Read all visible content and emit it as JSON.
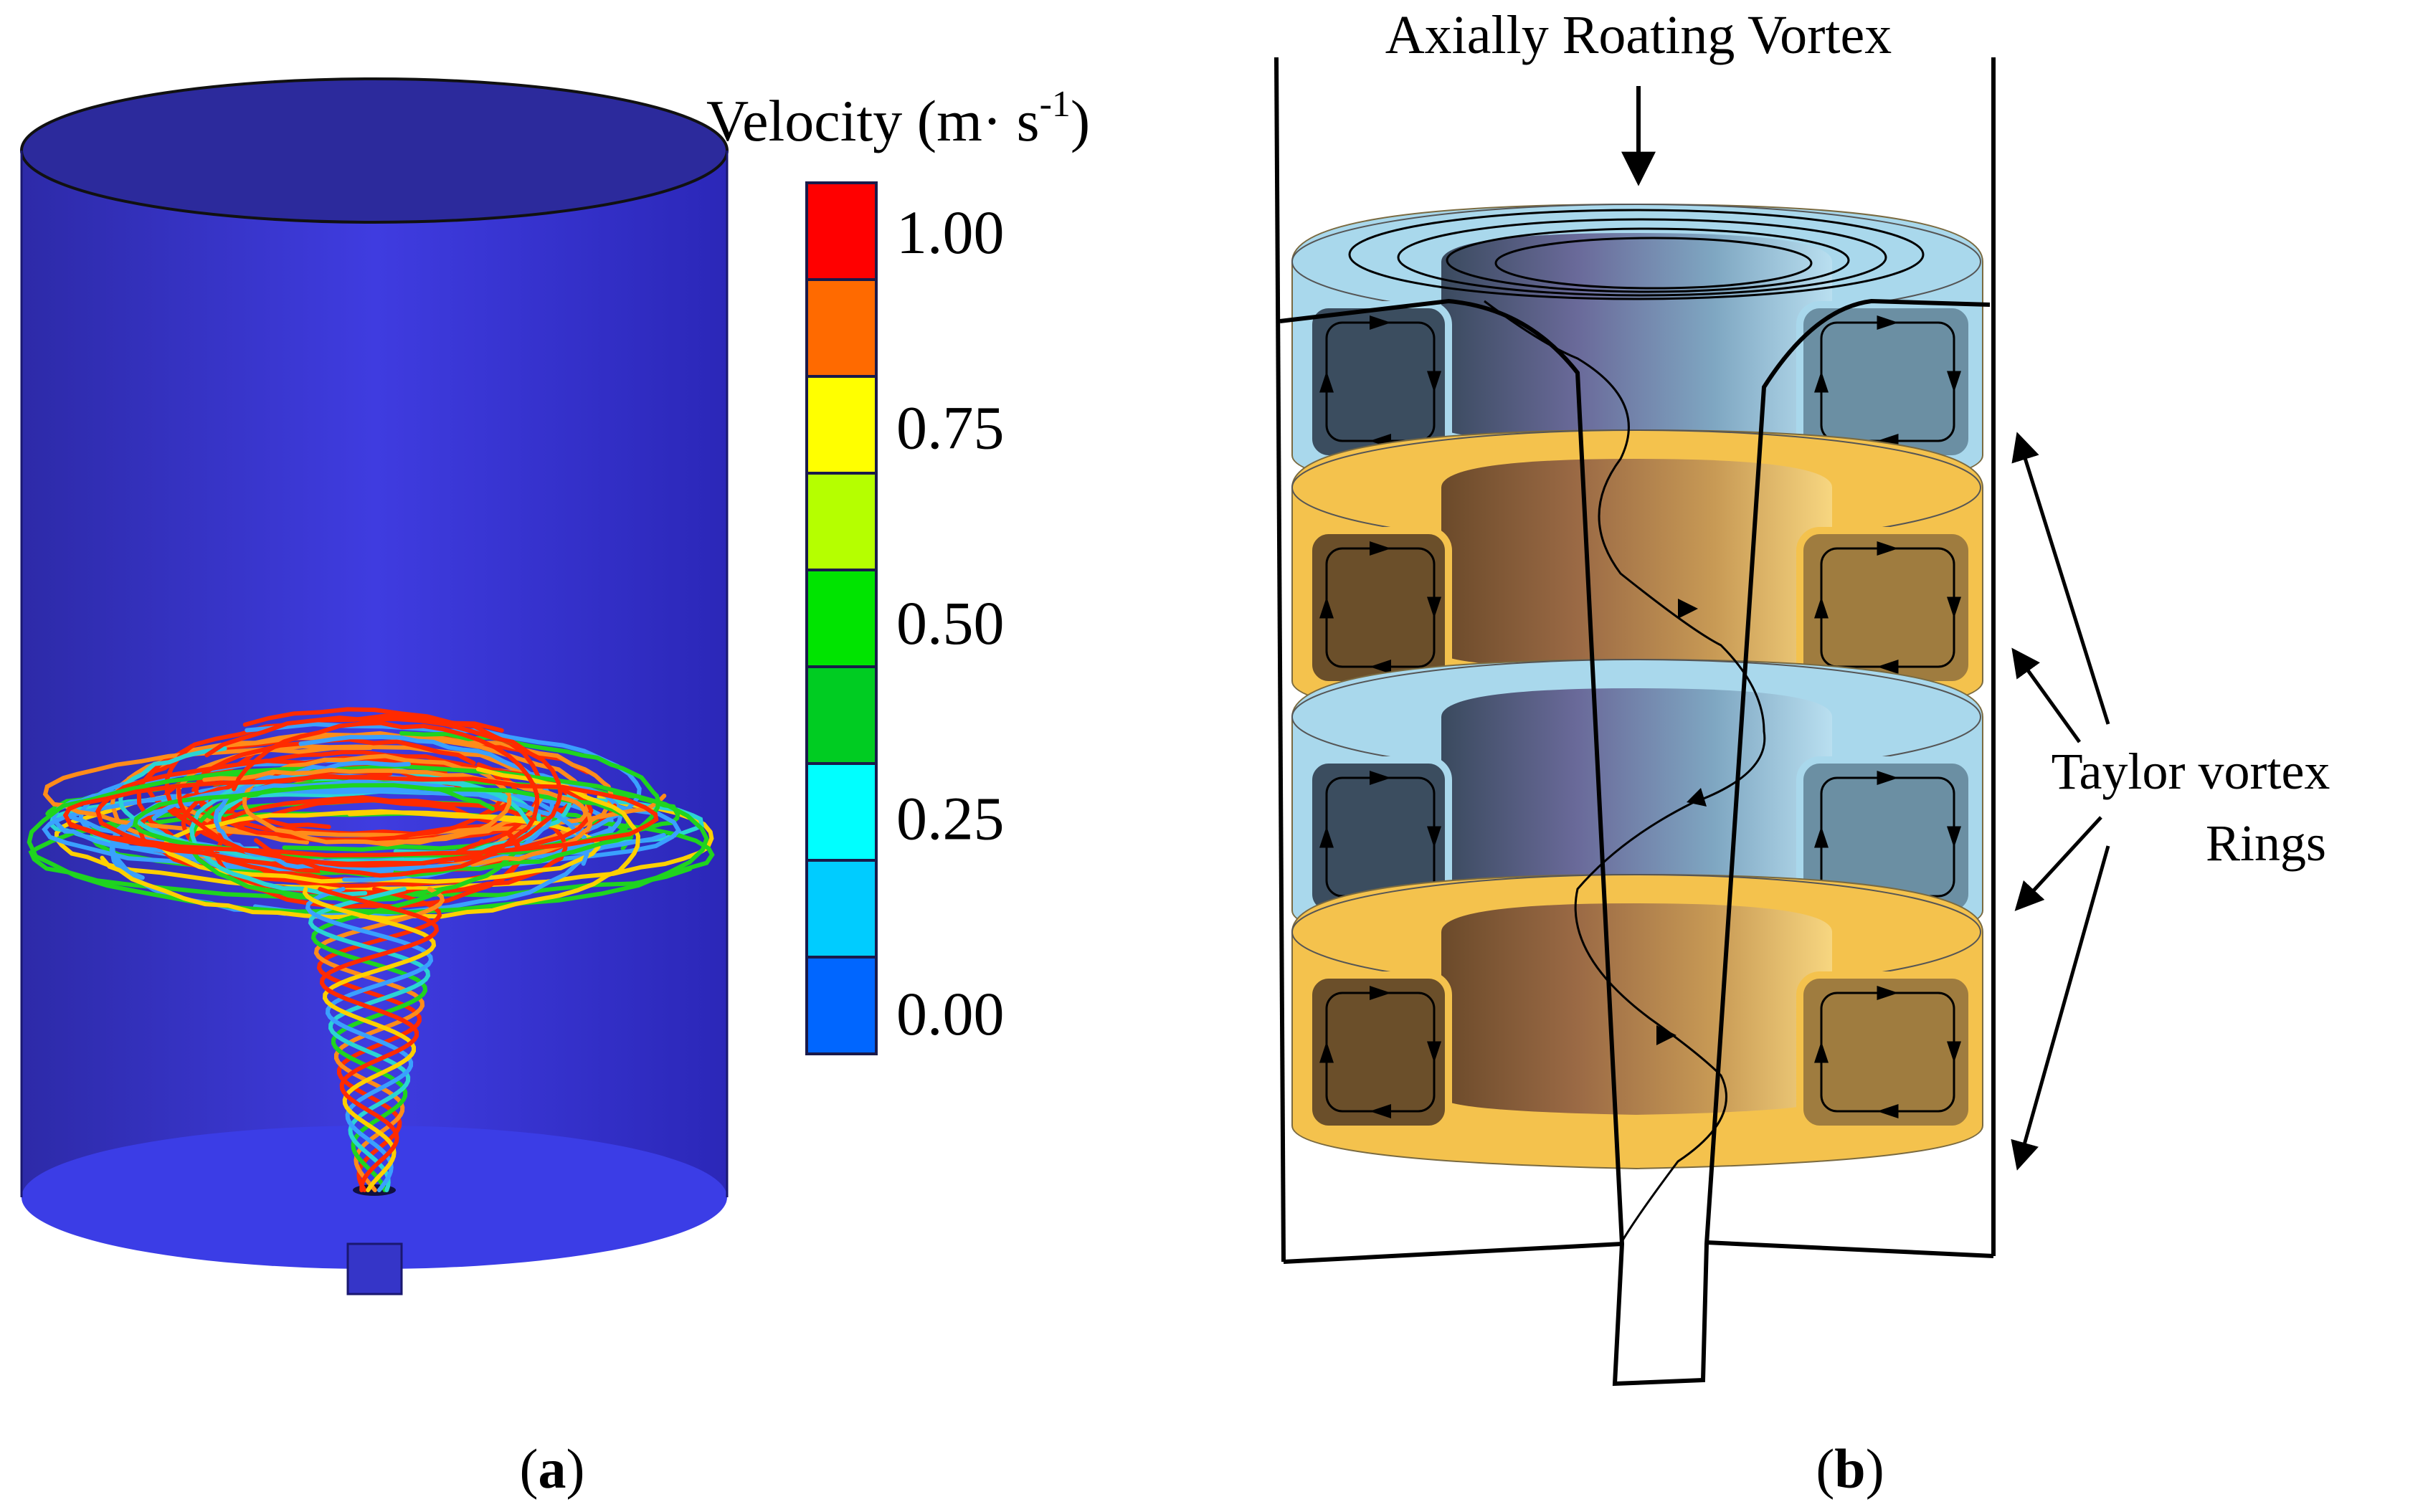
{
  "panel_a": {
    "caption_open": "(",
    "caption_letter": "a",
    "caption_close": ")",
    "legend": {
      "title_main": "Velocity (m· s",
      "title_sup": "-1",
      "title_close": ")",
      "ticks": [
        "1.00",
        "0.75",
        "0.50",
        "0.25",
        "0.00"
      ],
      "colors": [
        "#ff0000",
        "#ff6a00",
        "#ffff00",
        "#b5ff00",
        "#00e400",
        "#00cc22",
        "#00ffff",
        "#00ccff",
        "#0066ff"
      ]
    },
    "vessel_color": "#3b37d8",
    "streamline_colors": [
      "#ff2a00",
      "#ff8c1a",
      "#1fd41f",
      "#2bd4d4",
      "#3aa0ff",
      "#ffd000"
    ]
  },
  "panel_b": {
    "caption_open": "(",
    "caption_letter": "b",
    "caption_close": ")",
    "top_label": "Axially Roating Vortex",
    "side_label_line1": "Taylor vortex",
    "side_label_line2": "Rings",
    "ring_colors": {
      "blue": "#a9d8ec",
      "gold": "#f4c24d"
    }
  }
}
